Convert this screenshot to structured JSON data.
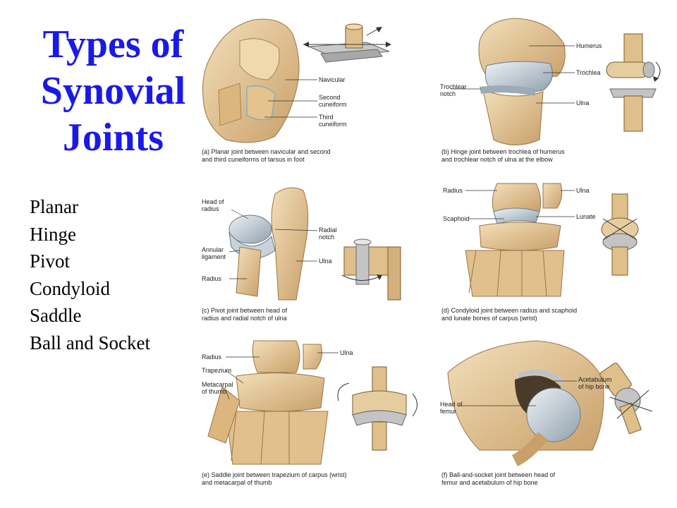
{
  "title": {
    "line1": "Types of",
    "line2": "Synovial",
    "line3": "Joints"
  },
  "joint_types": [
    "Planar",
    "Hinge",
    "Pivot",
    "Condyloid",
    "Saddle",
    "Ball and Socket"
  ],
  "panels": {
    "a": {
      "labels": [
        "Navicular",
        "Second\ncuneiform",
        "Third\ncuneiform"
      ],
      "caption": "(a) Planar joint between navicular and second\n     and third cuneiforms of tarsus in foot"
    },
    "b": {
      "labels": [
        "Humerus",
        "Trochlea",
        "Trochlear\nnotch",
        "Ulna"
      ],
      "caption": "(b) Hinge joint between trochlea of humerus\n     and trochlear notch of ulna at the elbow"
    },
    "c": {
      "labels": [
        "Head of\nradius",
        "Radial\nnotch",
        "Annular\nligament",
        "Ulna",
        "Radius"
      ],
      "caption": "(c) Pivot joint between head of\n     radius and radial notch of ulna"
    },
    "d": {
      "labels": [
        "Radius",
        "Ulna",
        "Scaphoid",
        "Lunate"
      ],
      "caption": "(d) Condyloid joint between radius and scaphoid\n     and lunate bones of carpus (wrist)"
    },
    "e": {
      "labels": [
        "Radius",
        "Ulna",
        "Trapezium",
        "Metacarpal\nof thumb"
      ],
      "caption": "(e) Saddle joint between trapezium of carpus (wrist)\n     and metacarpal of thumb"
    },
    "f": {
      "labels": [
        "Acetabulum\nof hip bone",
        "Head of\nfemur"
      ],
      "caption": "(f) Ball-and-socket joint between head of\n     femur and acetabulum of hip bone"
    }
  },
  "colors": {
    "title": "#1a1ae6",
    "bone": "#e8c99a",
    "bone_shadow": "#b98d58",
    "cartilage": "#b7c4cf"
  }
}
